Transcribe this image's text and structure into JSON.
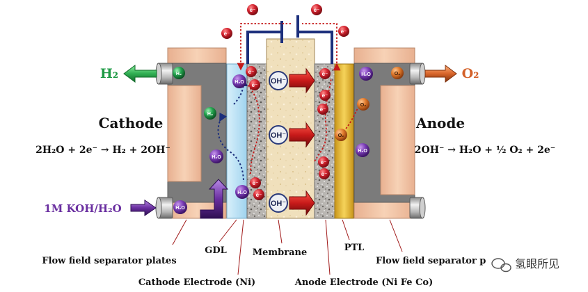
{
  "sides": {
    "cathode": {
      "title": "Cathode",
      "equation": "2H₂O + 2e⁻ → H₂ + 2OH⁻"
    },
    "anode": {
      "title": "Anode",
      "equation": "2OH⁻ → H₂O  + ½ O₂ + 2e⁻"
    }
  },
  "streams": {
    "h2_out": "H₂",
    "o2_out": "O₂",
    "feed": "1M KOH/H₂O"
  },
  "molecules": {
    "h2o": "H₂O",
    "h2": "H₂",
    "o2": "O₂",
    "electron": "e⁻",
    "hydroxide": "OH⁻"
  },
  "labels": {
    "gdl": "GDL",
    "membrane": "Membrane",
    "ptl": "PTL",
    "flow_plates_left": "Flow field separator plates",
    "flow_plates_right": "Flow field separator p",
    "cathode_electrode": "Cathode Electrode (Ni)",
    "anode_electrode": "Anode Electrode (Ni Fe Co)"
  },
  "watermark": {
    "text": "氢眼所见"
  },
  "colors": {
    "h2_green": "#1e9a45",
    "o2_orange": "#d4622a",
    "feed_purple": "#6a2fa0",
    "electron_red": "#cc1f2a",
    "plate_gray": "#7a7a7a",
    "plate_peach": "#f3c6a6",
    "gdl_blue": "#bfe4f6",
    "membrane_beige": "#eedcb4",
    "ptl_gold": "#e8b92a",
    "wire_navy": "#1c2f7c"
  }
}
